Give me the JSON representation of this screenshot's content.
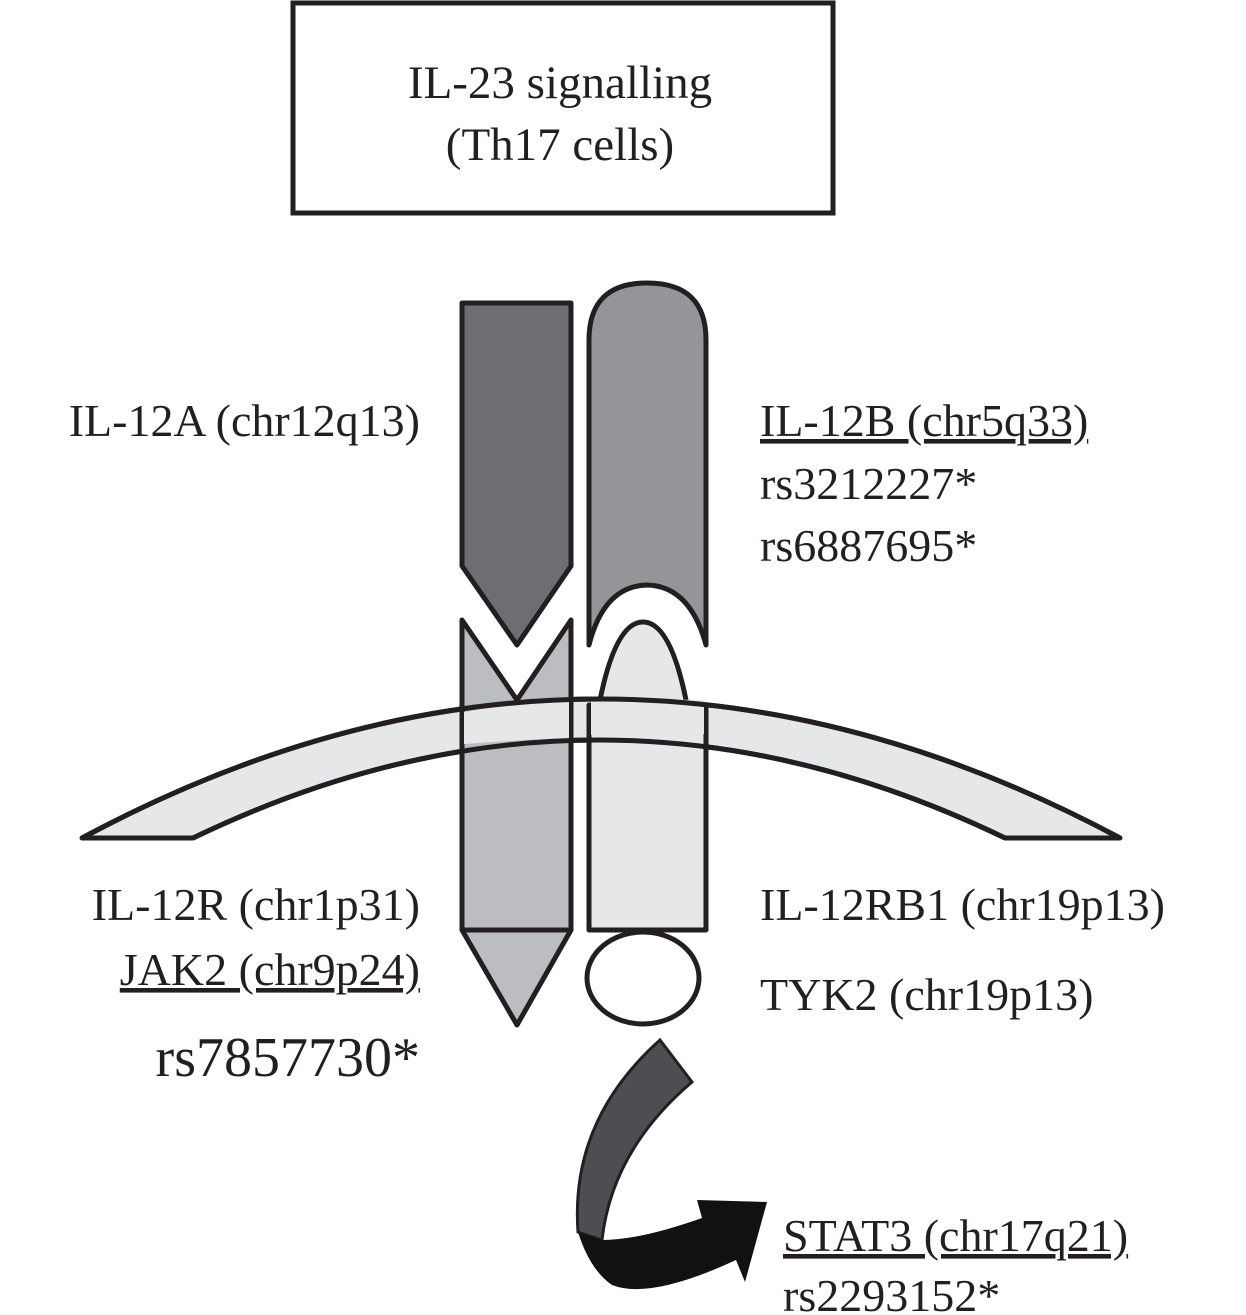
{
  "title": {
    "line1": "IL-23 signalling",
    "line2": "(Th17 cells)"
  },
  "labels": {
    "il12a": "IL-12A (chr12q13)",
    "il12b": "IL-12B (chr5q33)",
    "il12b_snp1": "rs3212227*",
    "il12b_snp2": "rs6887695*",
    "il12r": "IL-12R (chr1p31)",
    "jak2": "JAK2 (chr9p24)",
    "jak2_snp": "rs7857730*",
    "il12rb1": "IL-12RB1 (chr19p13)",
    "tyk2": "TYK2 (chr19p13)",
    "stat3": "STAT3 (chr17q21)",
    "stat3_snp": "rs2293152*"
  },
  "colors": {
    "il12a": "#6d6e72",
    "il12b": "#939598",
    "il12r": "#bcbdc0",
    "il12rb1": "#e6e7e8",
    "membrane": "#e6e7e8",
    "arrow_gray": "#4d4e51",
    "arrow_black": "#111111"
  }
}
